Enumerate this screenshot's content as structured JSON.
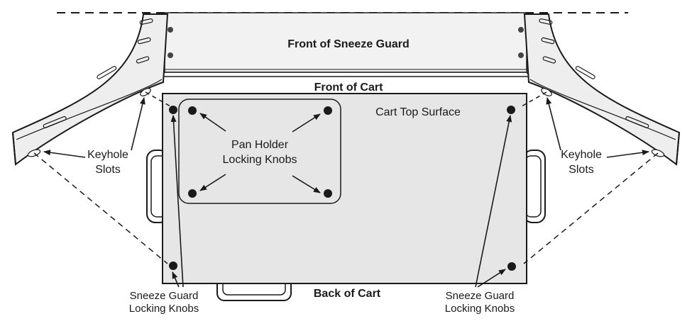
{
  "labels": {
    "front_guard": "Front of Sneeze Guard",
    "front_cart": "Front of Cart",
    "back_cart": "Back of Cart",
    "cart_top": "Cart Top Surface",
    "pan_holder_1": "Pan Holder",
    "pan_holder_2": "Locking Knobs",
    "keyhole_left_1": "Keyhole",
    "keyhole_left_2": "Slots",
    "keyhole_right_1": "Keyhole",
    "keyhole_right_2": "Slots",
    "guard_knobs_left_1": "Sneeze Guard",
    "guard_knobs_left_2": "Locking Knobs",
    "guard_knobs_right_1": "Sneeze Guard",
    "guard_knobs_right_2": "Locking Knobs"
  },
  "colors": {
    "line": "#1a1a1a",
    "surface": "#e6e6e6",
    "panel": "#f0f0f0"
  }
}
